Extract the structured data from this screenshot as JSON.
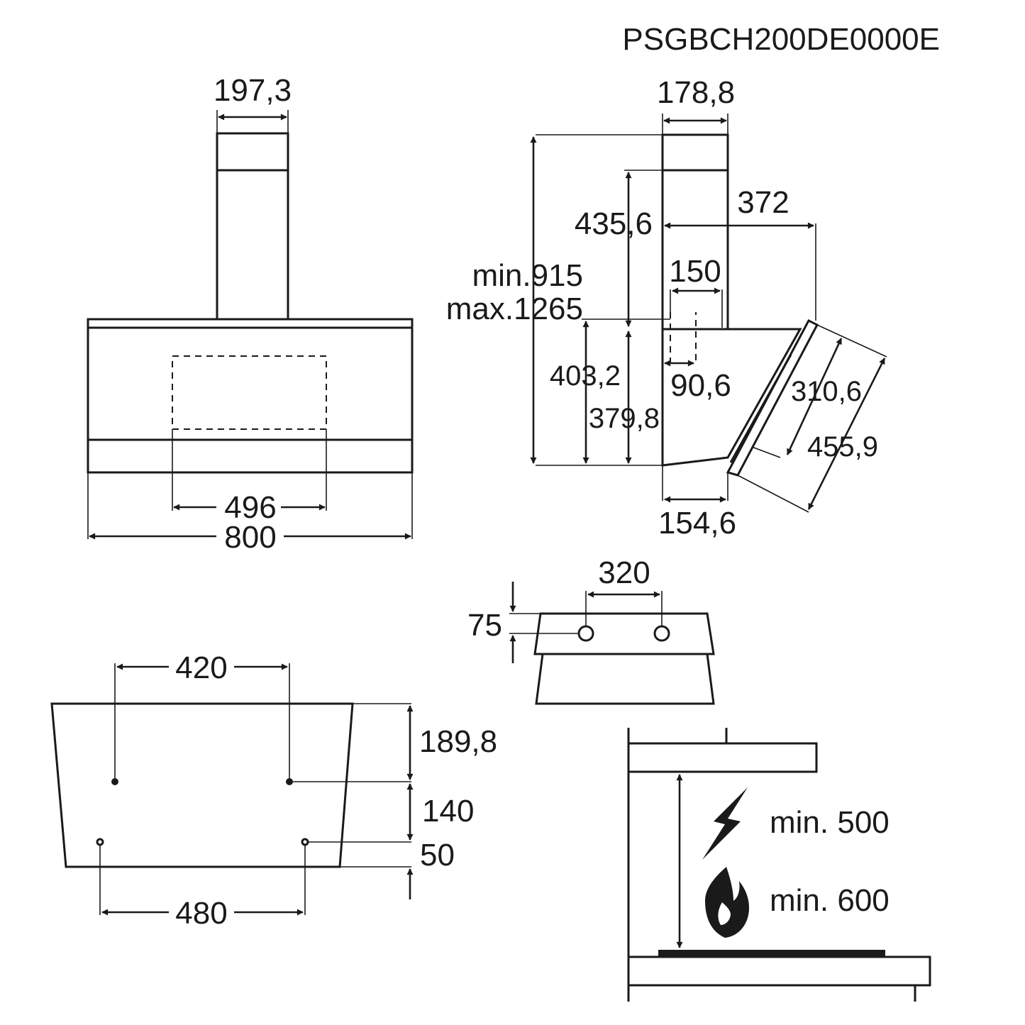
{
  "model_code": "PSGBCH200DE0000E",
  "front_view": {
    "chimney_width": "197,3",
    "hole_spacing": "496",
    "total_width": "800"
  },
  "side_view": {
    "chimney_depth": "178,8",
    "chimney_height": "435,6",
    "projection": "372",
    "height_min": "min.915",
    "height_max": "max.1265",
    "duct_width": "150",
    "duct_offset": "90,6",
    "hood_height": "403,2",
    "body_height": "379,8",
    "glass_inner": "310,6",
    "glass_outer": "455,9",
    "base_depth": "154,6"
  },
  "bracket_view": {
    "hole_spacing": "320",
    "hole_height": "75"
  },
  "mounting_view": {
    "top_holes": "420",
    "bottom_holes": "480",
    "dist_top": "189,8",
    "dist_middle": "140",
    "dist_bottom": "50"
  },
  "clearance_view": {
    "electric_min": "min. 500",
    "gas_min": "min. 600"
  }
}
